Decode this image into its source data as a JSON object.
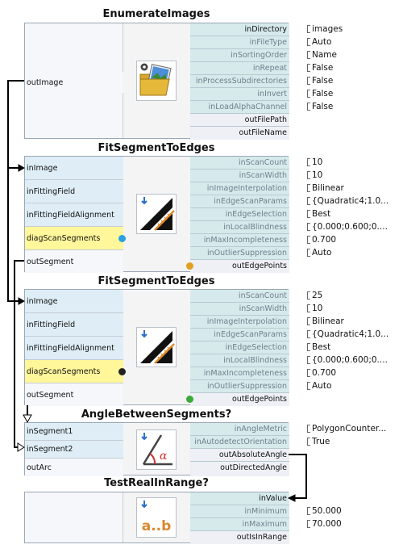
{
  "filters": [
    {
      "title": "EnumerateImages",
      "left_ports": [
        "outImage"
      ],
      "icon": "folder-images-icon",
      "inputs": [
        {
          "label": "inDirectory",
          "value": "images",
          "connected": true
        },
        {
          "label": "inFileType",
          "value": "Auto"
        },
        {
          "label": "inSortingOrder",
          "value": "Name"
        },
        {
          "label": "inRepeat",
          "value": "False"
        },
        {
          "label": "inProcessSubdirectories",
          "value": "False"
        },
        {
          "label": "inInvert",
          "value": "False"
        },
        {
          "label": "inLoadAlphaChannel",
          "value": "False"
        }
      ],
      "outputs": [
        "outFilePath",
        "outFileName"
      ]
    },
    {
      "title": "FitSegmentToEdges",
      "left_ports": [
        "inImage",
        "inFittingField",
        "inFittingFieldAlignment",
        "diagScanSegments",
        "outSegment"
      ],
      "icon": "fit-segment-icon",
      "inputs": [
        {
          "label": "inScanCount",
          "value": "10"
        },
        {
          "label": "inScanWidth",
          "value": "10"
        },
        {
          "label": "inImageInterpolation",
          "value": "Bilinear"
        },
        {
          "label": "inEdgeScanParams",
          "value": "{Quadratic4;1.0..."
        },
        {
          "label": "inEdgeSelection",
          "value": "Best"
        },
        {
          "label": "inLocalBlindness",
          "value": "{0.000;0.600;0...."
        },
        {
          "label": "inMaxIncompleteness",
          "value": "0.700"
        },
        {
          "label": "inOutlierSuppression",
          "value": "Auto"
        }
      ],
      "outputs": [
        "outEdgePoints"
      ]
    },
    {
      "title": "FitSegmentToEdges",
      "left_ports": [
        "inImage",
        "inFittingField",
        "inFittingFieldAlignment",
        "diagScanSegments",
        "outSegment"
      ],
      "icon": "fit-segment-icon",
      "inputs": [
        {
          "label": "inScanCount",
          "value": "25"
        },
        {
          "label": "inScanWidth",
          "value": "10"
        },
        {
          "label": "inImageInterpolation",
          "value": "Bilinear"
        },
        {
          "label": "inEdgeScanParams",
          "value": "{Quadratic4;1.0..."
        },
        {
          "label": "inEdgeSelection",
          "value": "Best"
        },
        {
          "label": "inLocalBlindness",
          "value": "{0.000;0.600;0...."
        },
        {
          "label": "inMaxIncompleteness",
          "value": "0.700"
        },
        {
          "label": "inOutlierSuppression",
          "value": "Auto"
        }
      ],
      "outputs": [
        "outEdgePoints"
      ]
    },
    {
      "title": "AngleBetweenSegments?",
      "left_ports": [
        "inSegment1",
        "inSegment2",
        "outArc"
      ],
      "icon": "angle-icon",
      "inputs": [
        {
          "label": "inAngleMetric",
          "value": "PolygonCounter..."
        },
        {
          "label": "inAutodetectOrientation",
          "value": "True"
        }
      ],
      "outputs": [
        "outAbsoluteAngle",
        "outDirectedAngle"
      ]
    },
    {
      "title": "TestRealInRange?",
      "left_ports": [],
      "icon": "range-test-icon",
      "icon_text": "a..b",
      "inputs": [
        {
          "label": "inValue",
          "value": "",
          "connected": true
        },
        {
          "label": "inMinimum",
          "value": "50.000"
        },
        {
          "label": "inMaximum",
          "value": "70.000"
        }
      ],
      "outputs": [
        "outIsInRange"
      ]
    }
  ],
  "colors": {
    "connected_port": "#dfeef6",
    "diagnostic_port": "#fff79a",
    "input_port": "#d6eaec",
    "output_port": "#eef0f6",
    "wire": "#000000"
  }
}
